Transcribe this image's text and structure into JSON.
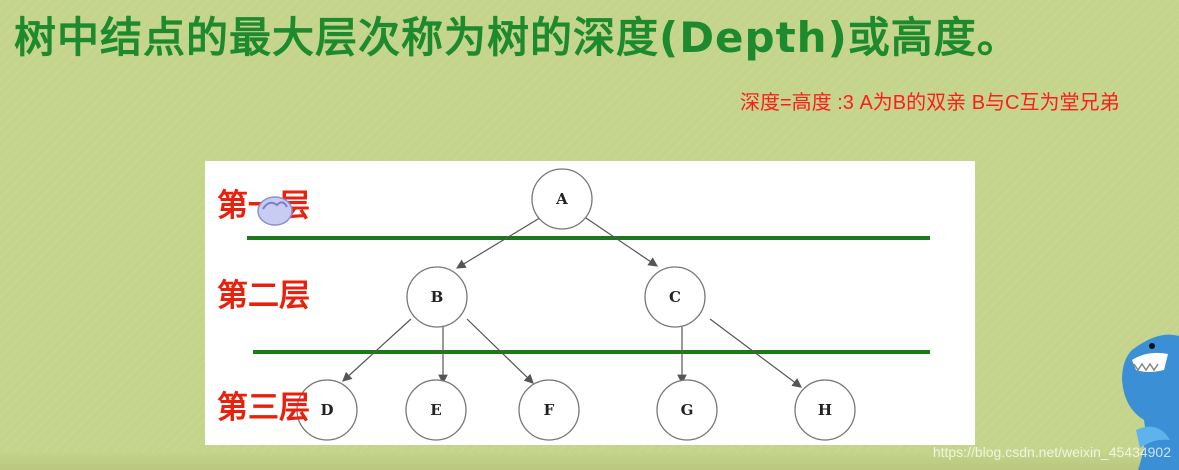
{
  "heading": "树中结点的最大层次称为树的深度(Depth)或高度。",
  "note": "深度=高度 :3        A为B的双亲     B与C互为堂兄弟",
  "diagram": {
    "levels": [
      "第一层",
      "第二层",
      "第三层"
    ],
    "nodes": {
      "A": "A",
      "B": "B",
      "C": "C",
      "D": "D",
      "E": "E",
      "F": "F",
      "G": "G",
      "H": "H"
    }
  },
  "watermark": "https://blog.csdn.net/weixin_45434902",
  "colors": {
    "background": "#c4d48a",
    "heading": "#1d8a2e",
    "note": "#ff1c1c",
    "level_label": "#e8200c",
    "separator_line": "#1a7a1a"
  }
}
